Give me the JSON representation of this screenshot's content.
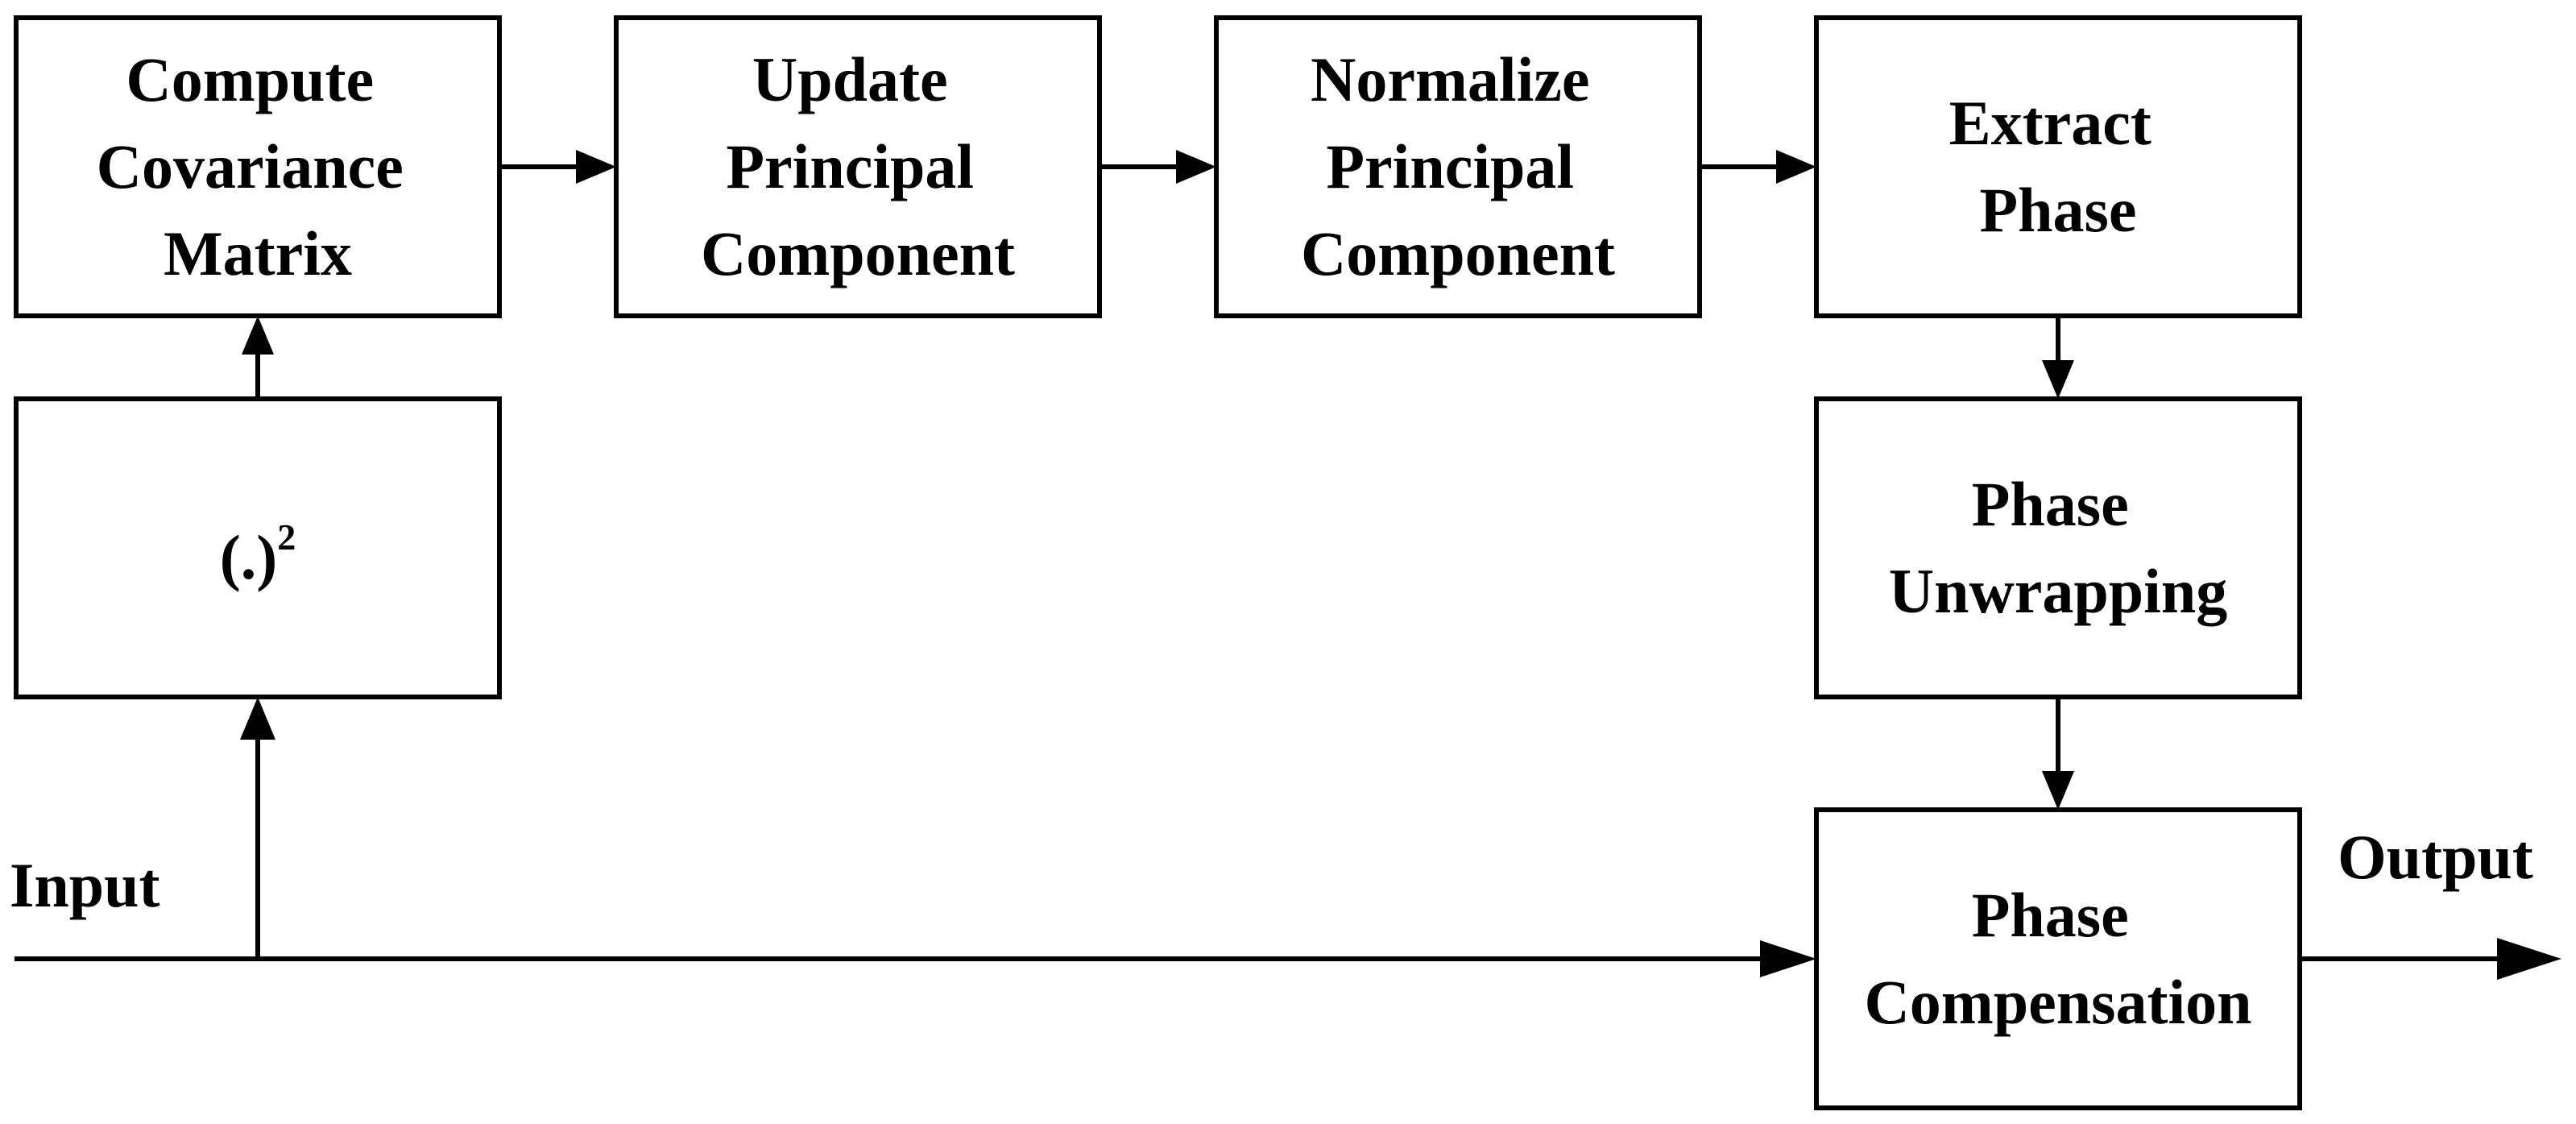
{
  "blocks": {
    "covariance": {
      "lines": [
        "Compute",
        "Covariance",
        "Matrix"
      ]
    },
    "update": {
      "lines": [
        "Update",
        "Principal",
        "Component"
      ]
    },
    "normalize": {
      "lines": [
        "Normalize",
        "Principal",
        "Component"
      ]
    },
    "extract": {
      "lines": [
        "Extract",
        "Phase"
      ]
    },
    "square": {
      "base": "(.)",
      "exponent": "2"
    },
    "unwrap": {
      "lines": [
        "Phase",
        "Unwrapping"
      ]
    },
    "compensation": {
      "lines": [
        "Phase",
        "Compensation"
      ]
    }
  },
  "io": {
    "input_label": "Input",
    "output_label": "Output"
  },
  "colors": {
    "stroke": "#000000",
    "background": "#ffffff"
  }
}
